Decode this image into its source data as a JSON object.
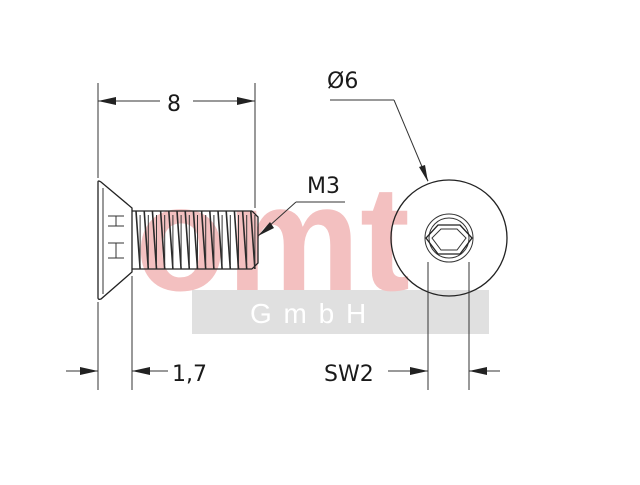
{
  "drawing": {
    "dimensions": {
      "length": "8",
      "head_height": "1,7",
      "thread": "M3",
      "head_diameter": "Ø6",
      "socket_size": "SW2"
    },
    "watermark": {
      "logo_text": "omt",
      "company_text": "G m b H",
      "logo_color": "#f3c0c0",
      "band_color": "#e0e0e0"
    },
    "line_color": "#222222"
  }
}
